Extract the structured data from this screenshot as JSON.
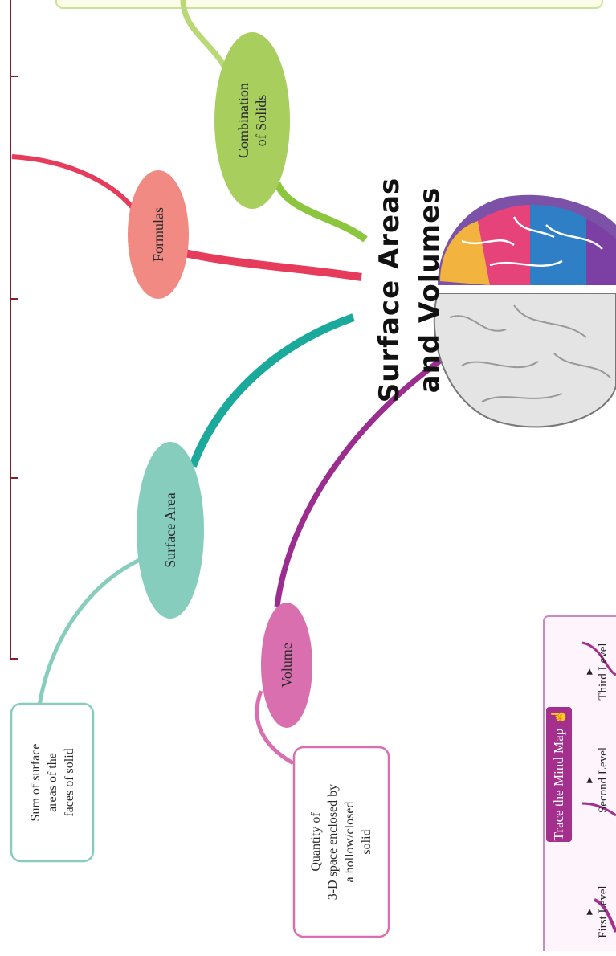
{
  "center": {
    "title_line1": "Surface Areas",
    "title_line2": "and Volumes"
  },
  "nodes": [
    {
      "id": "combination",
      "label_lines": [
        "Combination",
        "of Solids"
      ],
      "color": "#a8cf5e"
    },
    {
      "id": "formulas",
      "label_lines": [
        "Formulas"
      ],
      "color": "#f08a83"
    },
    {
      "id": "surface-area",
      "label_lines": [
        "Surface Area"
      ],
      "color": "#86cdbd"
    },
    {
      "id": "volume",
      "label_lines": [
        "Volume"
      ],
      "color": "#d96faf"
    }
  ],
  "boxes": [
    {
      "id": "surface-area-def",
      "lines": [
        "Sum of surface",
        "areas of the",
        "faces of solid"
      ],
      "border": "#86cdbd"
    },
    {
      "id": "volume-def",
      "lines": [
        "Quantity of",
        "3-D space enclosed by",
        "a hollow/closed",
        "solid"
      ],
      "border": "#d96faf"
    }
  ],
  "legend": {
    "title": "Trace the  Mind Map",
    "items": [
      "First Level",
      "Second Level",
      "Third Level"
    ],
    "accent": "#a3308c"
  },
  "colors": {
    "green": "#8cc63f",
    "red": "#e63b5a",
    "teal": "#1aa99a",
    "purple": "#9b2d8e"
  }
}
